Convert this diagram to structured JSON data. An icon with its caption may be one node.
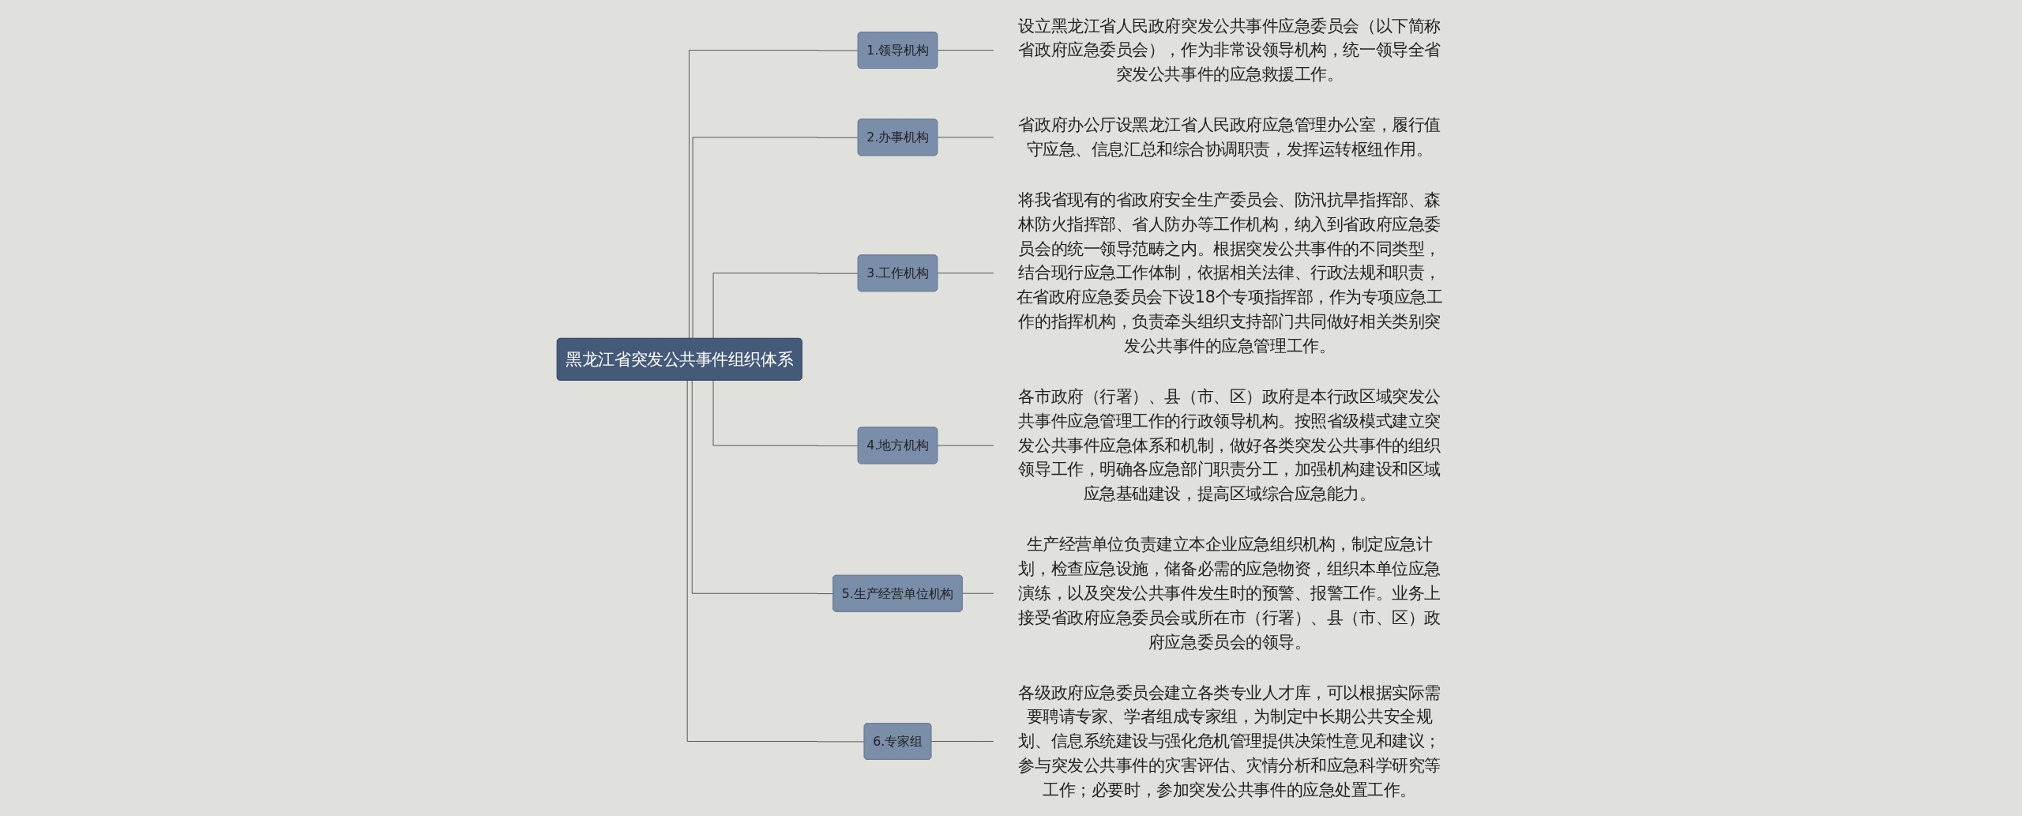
{
  "diagram": {
    "nodes": [
      {
        "text": [
          "黑龙江省突发公共事件组织体系"
        ]
      },
      {
        "text": [
          "1.领导机构"
        ]
      },
      {
        "text": [
          "设立黑龙江省人民政府突发公共事件应急委员会（以下简称省政府应急委员会），作为非常设领导机构，统一领导全省突发公共事件的应急救援工作。"
        ]
      },
      {
        "text": [
          "2.办事机构"
        ]
      },
      {
        "text": [
          "省政府办公厅设黑龙江省人民政府应急管理办公室，履行值守应急、信息汇总和综合协调职责，发挥运转枢纽作用。"
        ]
      },
      {
        "text": [
          "3.工作机构"
        ]
      },
      {
        "text": [
          "将我省现有的省政府安全生产委员会、防汛抗旱指挥部、森林防火指挥部、省人防办等工作机构，纳入到省政府应急委员会的统一领导范畴之内。根据突发公共事件的不同类型，结合现行应急工作体制，依据相关法律、行政法规和职责，在省政府应急委员会下设18个专项指挥部，作为专项应急工作的指挥机构，负责牵头组织支持部门共同做好相关类别突发公共事件的应急管理工作。"
        ]
      },
      {
        "text": [
          "4.地方机构"
        ]
      },
      {
        "text": [
          "各市政府（行署）、县（市、区）政府是本行政区域突发公共事件应急管理工作的行政领导机构。按照省级模式建立突发公共事件应急体系和机制，做好各类突发公共事件的组织领导工作，明确各应急部门职责分工，加强机构建设和区域应急基础建设，提高区域综合应急能力。"
        ]
      },
      {
        "text": [
          "5.生产经营单位机构"
        ]
      },
      {
        "text": [
          "生产经营单位负责建立本企业应急组织机构，制定应急计划，检查应急设施，储备必需的应急物资，组织本单位应急演练，以及突发公共事件发生时的预警、报警工作。业务上接受省政府应急委员会或所在市（行署）、县（市、区）政府应急委员会的领导。"
        ]
      },
      {
        "text": [
          "6.专家组"
        ]
      },
      {
        "text": [
          "各级政府应急委员会建立各类专业人才库，可以根据实际需要聘请专家、学者组成专家组，为制定中长期公共安全规划、信息系统建设与强化危机管理提供决策性意见和建议；参与突发公共事件的灾害评估、灾情分析和应急科学研究等工作；必要时，参加突发公共事件的应急处置工作。"
        ]
      }
    ],
    "edges": [
      {
        "from": 0,
        "to": 1,
        "arrow": "none"
      },
      {
        "from": 1,
        "to": 2,
        "arrow": "none"
      },
      {
        "from": 0,
        "to": 3,
        "arrow": "none"
      },
      {
        "from": 3,
        "to": 4,
        "arrow": "none"
      },
      {
        "from": 0,
        "to": 5,
        "arrow": "none"
      },
      {
        "from": 5,
        "to": 6,
        "arrow": "none"
      },
      {
        "from": 0,
        "to": 7,
        "arrow": "none"
      },
      {
        "from": 7,
        "to": 8,
        "arrow": "none"
      },
      {
        "from": 0,
        "to": 9,
        "arrow": "none"
      },
      {
        "from": 9,
        "to": 10,
        "arrow": "none"
      },
      {
        "from": 0,
        "to": 11,
        "arrow": "none"
      },
      {
        "from": 11,
        "to": 12,
        "arrow": "none"
      }
    ]
  }
}
